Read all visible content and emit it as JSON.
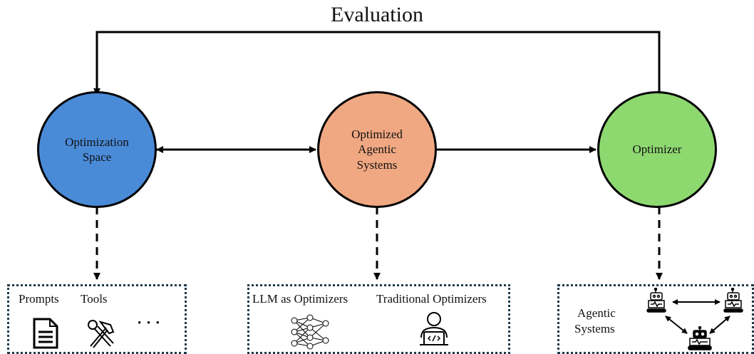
{
  "title": "Evaluation",
  "nodes": {
    "space": {
      "line1": "Optimization",
      "line2": "Space",
      "color": "#4a8bd8"
    },
    "systems": {
      "line1": "Optimized",
      "line2": "Agentic",
      "line3": "Systems",
      "color": "#f0a882"
    },
    "optimizer": {
      "line1": "Optimizer",
      "color": "#8ed870"
    }
  },
  "boxes": {
    "space": {
      "prompts": "Prompts",
      "tools": "Tools",
      "more": "· · ·"
    },
    "optimizers": {
      "llm": "LLM as Optimizers",
      "traditional": "Traditional Optimizers"
    },
    "agentic": {
      "line1": "Agentic",
      "line2": "Systems"
    }
  },
  "icons": [
    "document-icon",
    "hammer-wrench-icon",
    "neural-network-icon",
    "developer-icon",
    "robot-icon"
  ]
}
